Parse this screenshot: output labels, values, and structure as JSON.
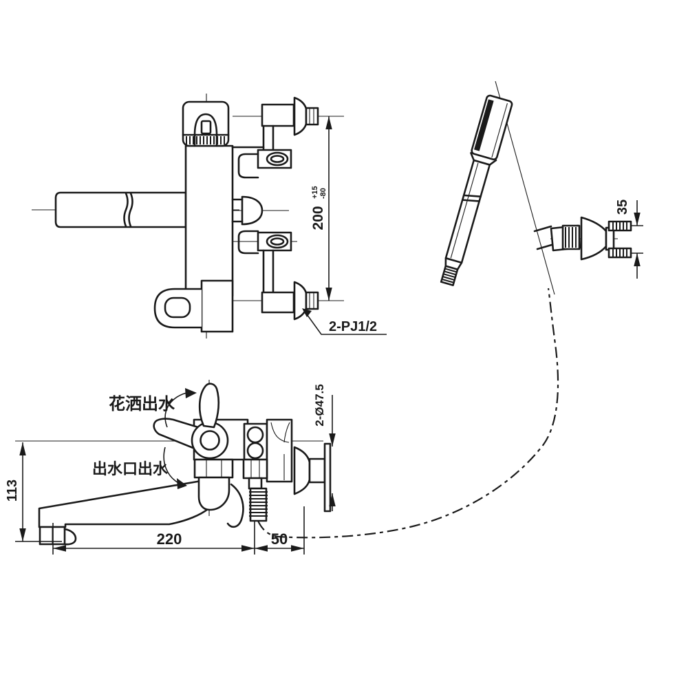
{
  "drawing": {
    "front_view": {
      "dim_height": {
        "value": "200",
        "tol_upper": "+15",
        "tol_lower": "-80"
      },
      "connection_label": "2-PJ1/2"
    },
    "hand_shower": {
      "dim_bracket_screws": "35"
    },
    "side_view": {
      "dim_spout_height": "113",
      "dim_spout_reach": "220",
      "dim_wall_offset": "50",
      "dim_flange_diameter": "2-Ø47.5",
      "label_shower_mode": "花洒出水",
      "label_spout_mode": "出水口出水"
    },
    "colors": {
      "line": "#1a1a1a",
      "background": "#ffffff"
    }
  }
}
